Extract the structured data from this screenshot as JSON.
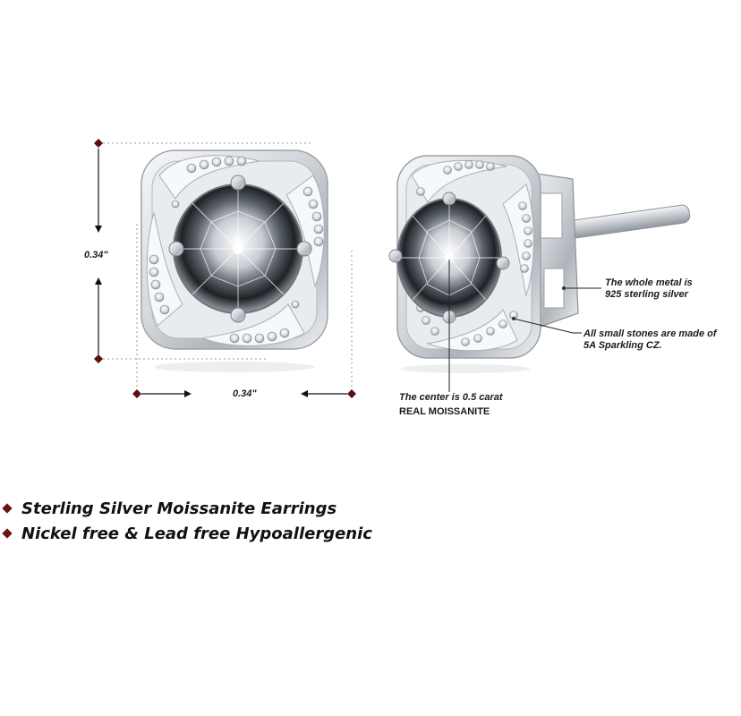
{
  "dimensions": {
    "height_label": "0.34\"",
    "width_label": "0.34\""
  },
  "callouts": {
    "metal": [
      "The whole metal is",
      "925 sterling silver"
    ],
    "stones": [
      "All small stones are made of",
      "5A Sparkling CZ."
    ],
    "center": {
      "prefix": "The center is ",
      "value": "0.5",
      "suffix": " carat",
      "line2": "REAL MOISSANITE"
    }
  },
  "features": [
    "Sterling Silver Moissanite Earrings",
    "Nickel free & Lead free Hypoallergenic"
  ],
  "colors": {
    "bullet": "#6b1414",
    "marker": "#5a1010",
    "silver": "#d9dde2"
  }
}
